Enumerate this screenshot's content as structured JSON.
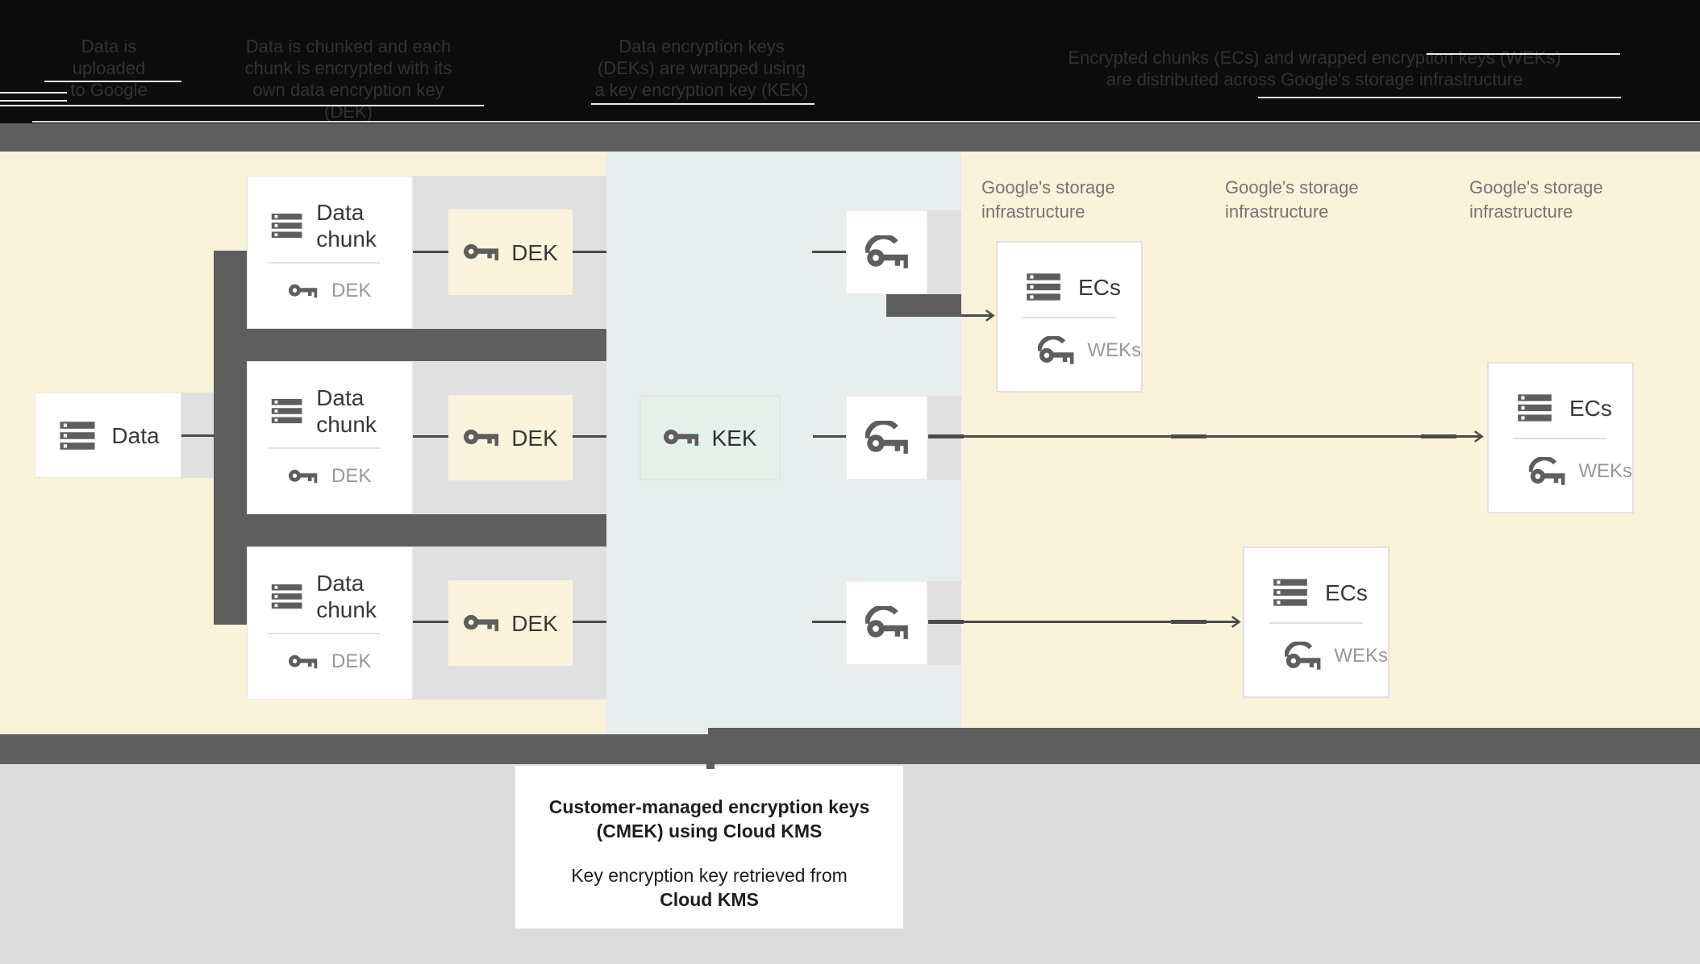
{
  "header": {
    "steps": [
      {
        "lines": [
          "Data is",
          "uploaded",
          "to Google"
        ]
      },
      {
        "lines": [
          "Data is chunked and each",
          "chunk is encrypted with its",
          "own data encryption key (DEK)"
        ]
      },
      {
        "lines": [
          "Data encryption keys",
          "(DEKs) are wrapped using",
          "a key encryption key (KEK)"
        ]
      },
      {
        "lines": [
          "Encrypted chunks (ECs) and wrapped encryption keys (WEKs)",
          "are distributed across Google's storage infrastructure"
        ]
      }
    ]
  },
  "diagram": {
    "data_box": {
      "label": "Data"
    },
    "chunks": [
      {
        "title": "Data chunk",
        "key_label": "DEK"
      },
      {
        "title": "Data chunk",
        "key_label": "DEK"
      },
      {
        "title": "Data chunk",
        "key_label": "DEK"
      }
    ],
    "deks": [
      {
        "label": "DEK"
      },
      {
        "label": "DEK"
      },
      {
        "label": "DEK"
      }
    ],
    "kek": {
      "label": "KEK"
    },
    "storage_labels": [
      {
        "line1": "Google's storage",
        "line2": "infrastructure"
      },
      {
        "line1": "Google's storage",
        "line2": "infrastructure"
      },
      {
        "line1": "Google's storage",
        "line2": "infrastructure"
      }
    ],
    "ecs": [
      {
        "title": "ECs",
        "key_label": "WEKs"
      },
      {
        "title": "ECs",
        "key_label": "WEKs"
      },
      {
        "title": "ECs",
        "key_label": "WEKs"
      }
    ]
  },
  "callout": {
    "line1": "Customer-managed encryption keys",
    "line2": "(CMEK) using Cloud KMS",
    "line3": "Key encryption key retrieved from",
    "line4": "Cloud KMS"
  },
  "icons": {
    "storage": "storage-icon",
    "key": "key-icon",
    "wrapped_key": "wrapped-key-icon",
    "arrow": "arrow-head-icon"
  },
  "colors": {
    "panel_yellow": "#fbf2da",
    "panel_blue": "#e8edee",
    "band_gray": "#e0e0e0",
    "bar_gray": "#5e5e5e",
    "kek_green": "#e4f1ea",
    "line": "#4a4a4a",
    "muted_text": "#989898",
    "storage_label_text": "#757575",
    "header_bg": "#0c0c0c",
    "bottom_bg": "#dbdbdb"
  }
}
